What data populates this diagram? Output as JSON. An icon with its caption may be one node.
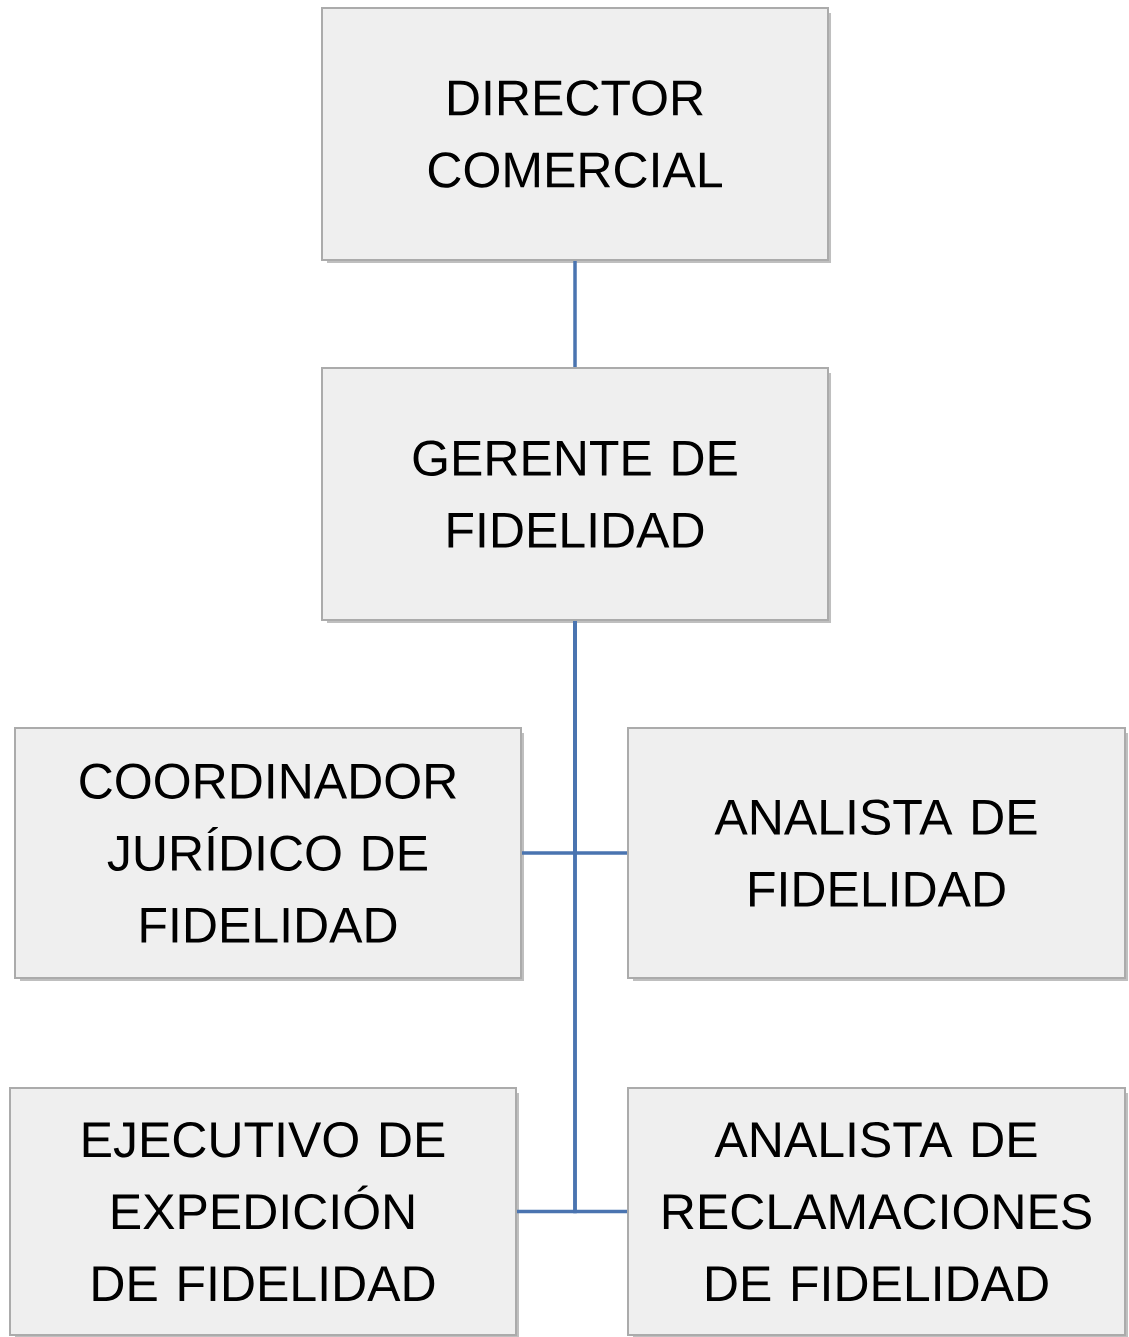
{
  "diagram": {
    "nodes": [
      {
        "text": [
          "DIRECTOR COMERCIAL"
        ]
      },
      {
        "text": [
          "GERENTE DE FIDELIDAD"
        ]
      },
      {
        "text": [
          "COORDINADOR JURÍDICO DE FIDELIDAD"
        ]
      },
      {
        "text": [
          "ANALISTA DE FIDELIDAD"
        ]
      },
      {
        "text": [
          "EJECUTIVO DE EXPEDICIÓN DE FIDELIDAD"
        ]
      },
      {
        "text": [
          "ANALISTA DE RECLAMACIONES DE FIDELIDAD"
        ]
      }
    ],
    "edges": [
      {
        "from": 0,
        "to": 1,
        "arrow": "none"
      },
      {
        "from": 1,
        "to": 2,
        "arrow": "none"
      },
      {
        "from": 1,
        "to": 3,
        "arrow": "none"
      },
      {
        "from": 1,
        "to": 4,
        "arrow": "none"
      },
      {
        "from": 1,
        "to": 5,
        "arrow": "none"
      }
    ]
  }
}
